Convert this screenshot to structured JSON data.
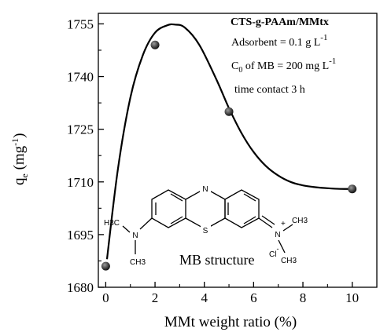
{
  "chart_data": {
    "type": "line",
    "xlabel": "MMt weight ratio (%)",
    "ylabel_main": "q",
    "ylabel_sub": "e",
    "ylabel_unit": "(mg",
    "ylabel_unit_sup": "-1",
    "ylabel_close": ")",
    "xlim": [
      -0.3,
      11
    ],
    "ylim": [
      1680,
      1758
    ],
    "x_ticks": [
      0,
      2,
      4,
      6,
      8,
      10
    ],
    "y_ticks": [
      1680,
      1695,
      1710,
      1725,
      1740,
      1755
    ],
    "series": [
      {
        "points": [
          {
            "x": 0,
            "y": 1686
          },
          {
            "x": 2,
            "y": 1749
          },
          {
            "x": 5,
            "y": 1730
          },
          {
            "x": 10,
            "y": 1708
          }
        ],
        "fitted_curve": [
          {
            "x": 0.05,
            "y": 1688
          },
          {
            "x": 0.5,
            "y": 1714
          },
          {
            "x": 1.0,
            "y": 1734
          },
          {
            "x": 1.5,
            "y": 1746
          },
          {
            "x": 2.0,
            "y": 1752.5
          },
          {
            "x": 2.5,
            "y": 1754.6
          },
          {
            "x": 2.8,
            "y": 1754.8
          },
          {
            "x": 3.2,
            "y": 1754
          },
          {
            "x": 3.8,
            "y": 1749
          },
          {
            "x": 4.5,
            "y": 1739
          },
          {
            "x": 5.0,
            "y": 1731
          },
          {
            "x": 5.5,
            "y": 1724
          },
          {
            "x": 6.0,
            "y": 1718.5
          },
          {
            "x": 6.5,
            "y": 1714.5
          },
          {
            "x": 7.0,
            "y": 1711.8
          },
          {
            "x": 7.5,
            "y": 1710
          },
          {
            "x": 8.0,
            "y": 1709
          },
          {
            "x": 8.5,
            "y": 1708.5
          },
          {
            "x": 9.0,
            "y": 1708.2
          },
          {
            "x": 9.5,
            "y": 1708
          },
          {
            "x": 10.0,
            "y": 1708
          }
        ]
      }
    ],
    "colors": {
      "line": "#000000",
      "marker": "#111111",
      "marker_highlight": "#9a9a9a"
    },
    "grid": false
  },
  "legend": {
    "title": "CTS-g-PAAm/MMtx",
    "adsorbent": "Adsorbent  = 0.1 g L",
    "adsorbent_sup": "-1",
    "c0_prefix": "C",
    "c0_sub": "0",
    "c0_rest": " of MB = 200 mg L",
    "c0_sup": "-1",
    "contact": "time contact    3 h"
  },
  "molecule": {
    "caption": "MB structure",
    "atom_N_ring": "N",
    "atom_S": "S",
    "atom_N_left": "N",
    "atom_N_right": "N",
    "charge_plus": "+",
    "chloride": "Cl",
    "chloride_charge": "-",
    "methyl_left_top": "H3C",
    "methyl_left_bottom": "CH3",
    "methyl_right_top": "CH3",
    "methyl_right_bottom": "CH3"
  }
}
